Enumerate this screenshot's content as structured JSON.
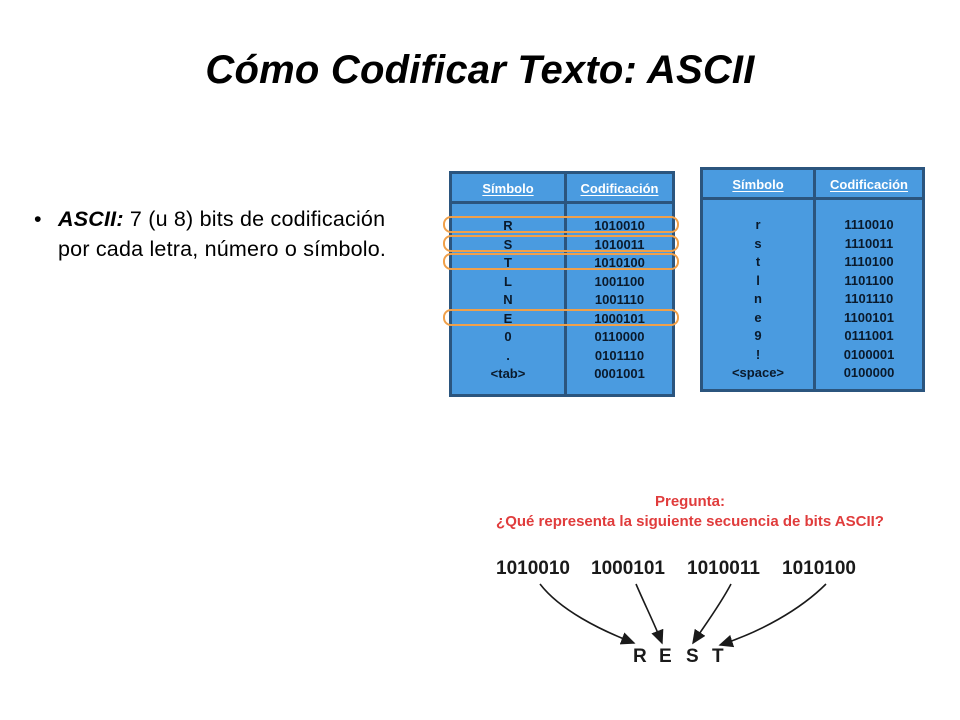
{
  "slide": {
    "title": "Cómo Codificar Texto: ASCII",
    "bullet": {
      "marker": "•",
      "term": "ASCII:",
      "text": " 7 (u 8) bits de codificación por cada letra, número o símbolo."
    }
  },
  "table_left": {
    "headers": [
      "Símbolo",
      "Codificación"
    ],
    "rows": [
      [
        "R",
        "1010010"
      ],
      [
        "S",
        "1010011"
      ],
      [
        "T",
        "1010100"
      ],
      [
        "L",
        "1001100"
      ],
      [
        "N",
        "1001110"
      ],
      [
        "E",
        "1000101"
      ],
      [
        "0",
        "0110000"
      ],
      [
        ".",
        "0101110"
      ],
      [
        "<tab>",
        "0001001"
      ]
    ],
    "highlighted_symbols": [
      "R",
      "S",
      "T",
      "E"
    ]
  },
  "table_right": {
    "headers": [
      "Símbolo",
      "Codificación"
    ],
    "rows": [
      [
        "r",
        "1110010"
      ],
      [
        "s",
        "1110011"
      ],
      [
        "t",
        "1110100"
      ],
      [
        "l",
        "1101100"
      ],
      [
        "n",
        "1101110"
      ],
      [
        "e",
        "1100101"
      ],
      [
        "9",
        "0111001"
      ],
      [
        "!",
        "0100001"
      ],
      [
        "<space>",
        "0100000"
      ]
    ]
  },
  "question": {
    "heading": "Pregunta:",
    "text": "¿Qué representa la siguiente secuencia de bits ASCII?",
    "bits": [
      "1010010",
      "1000101",
      "1010011",
      "1010100"
    ],
    "answer_letters": [
      "R",
      "E",
      "S",
      "T"
    ]
  },
  "colors": {
    "table_fill": "#4a9be0",
    "table_border": "#2b557e",
    "highlight": "#f0a04a",
    "question_text": "#e03c3c"
  }
}
